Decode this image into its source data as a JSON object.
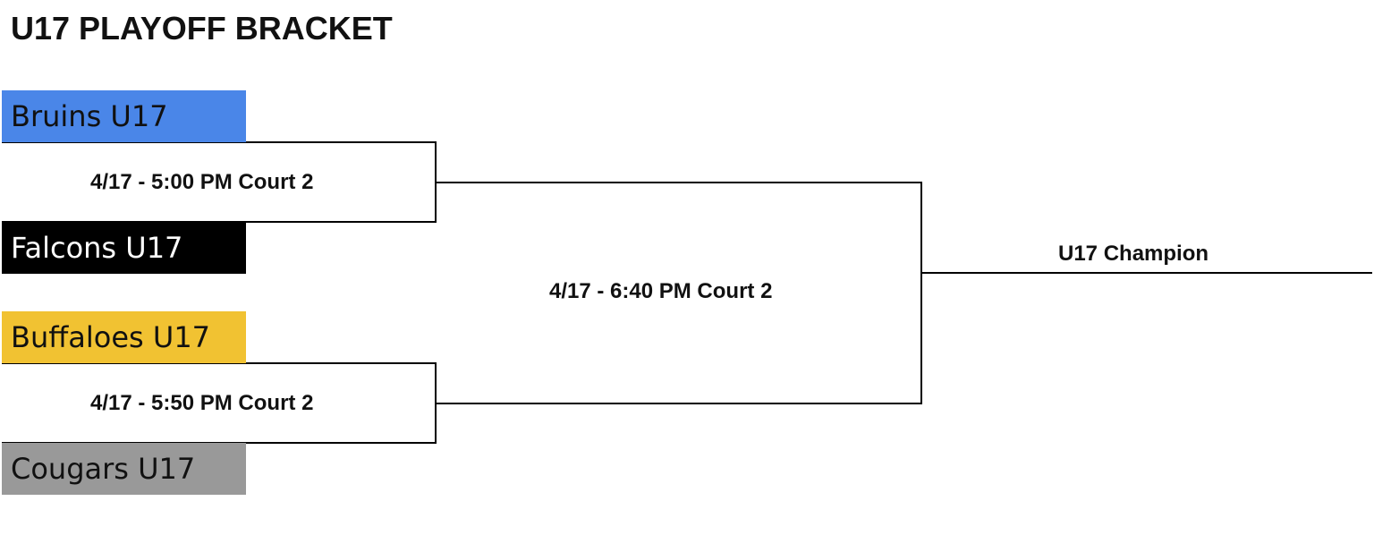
{
  "title": "U17 PLAYOFF BRACKET",
  "teams": [
    {
      "name": "Bruins U17",
      "color": "#4a86e8",
      "text_color": "#111111"
    },
    {
      "name": "Falcons U17",
      "color": "#000000",
      "text_color": "#ffffff"
    },
    {
      "name": "Buffaloes U17",
      "color": "#f1c232",
      "text_color": "#111111"
    },
    {
      "name": "Cougars U17",
      "color": "#999999",
      "text_color": "#111111"
    }
  ],
  "games": {
    "semifinal_1": "4/17 - 5:00 PM Court 2",
    "semifinal_2": "4/17 - 5:50 PM Court 2",
    "final": "4/17 - 6:40 PM Court 2"
  },
  "champion_label": "U17 Champion",
  "line_color": "#000000"
}
